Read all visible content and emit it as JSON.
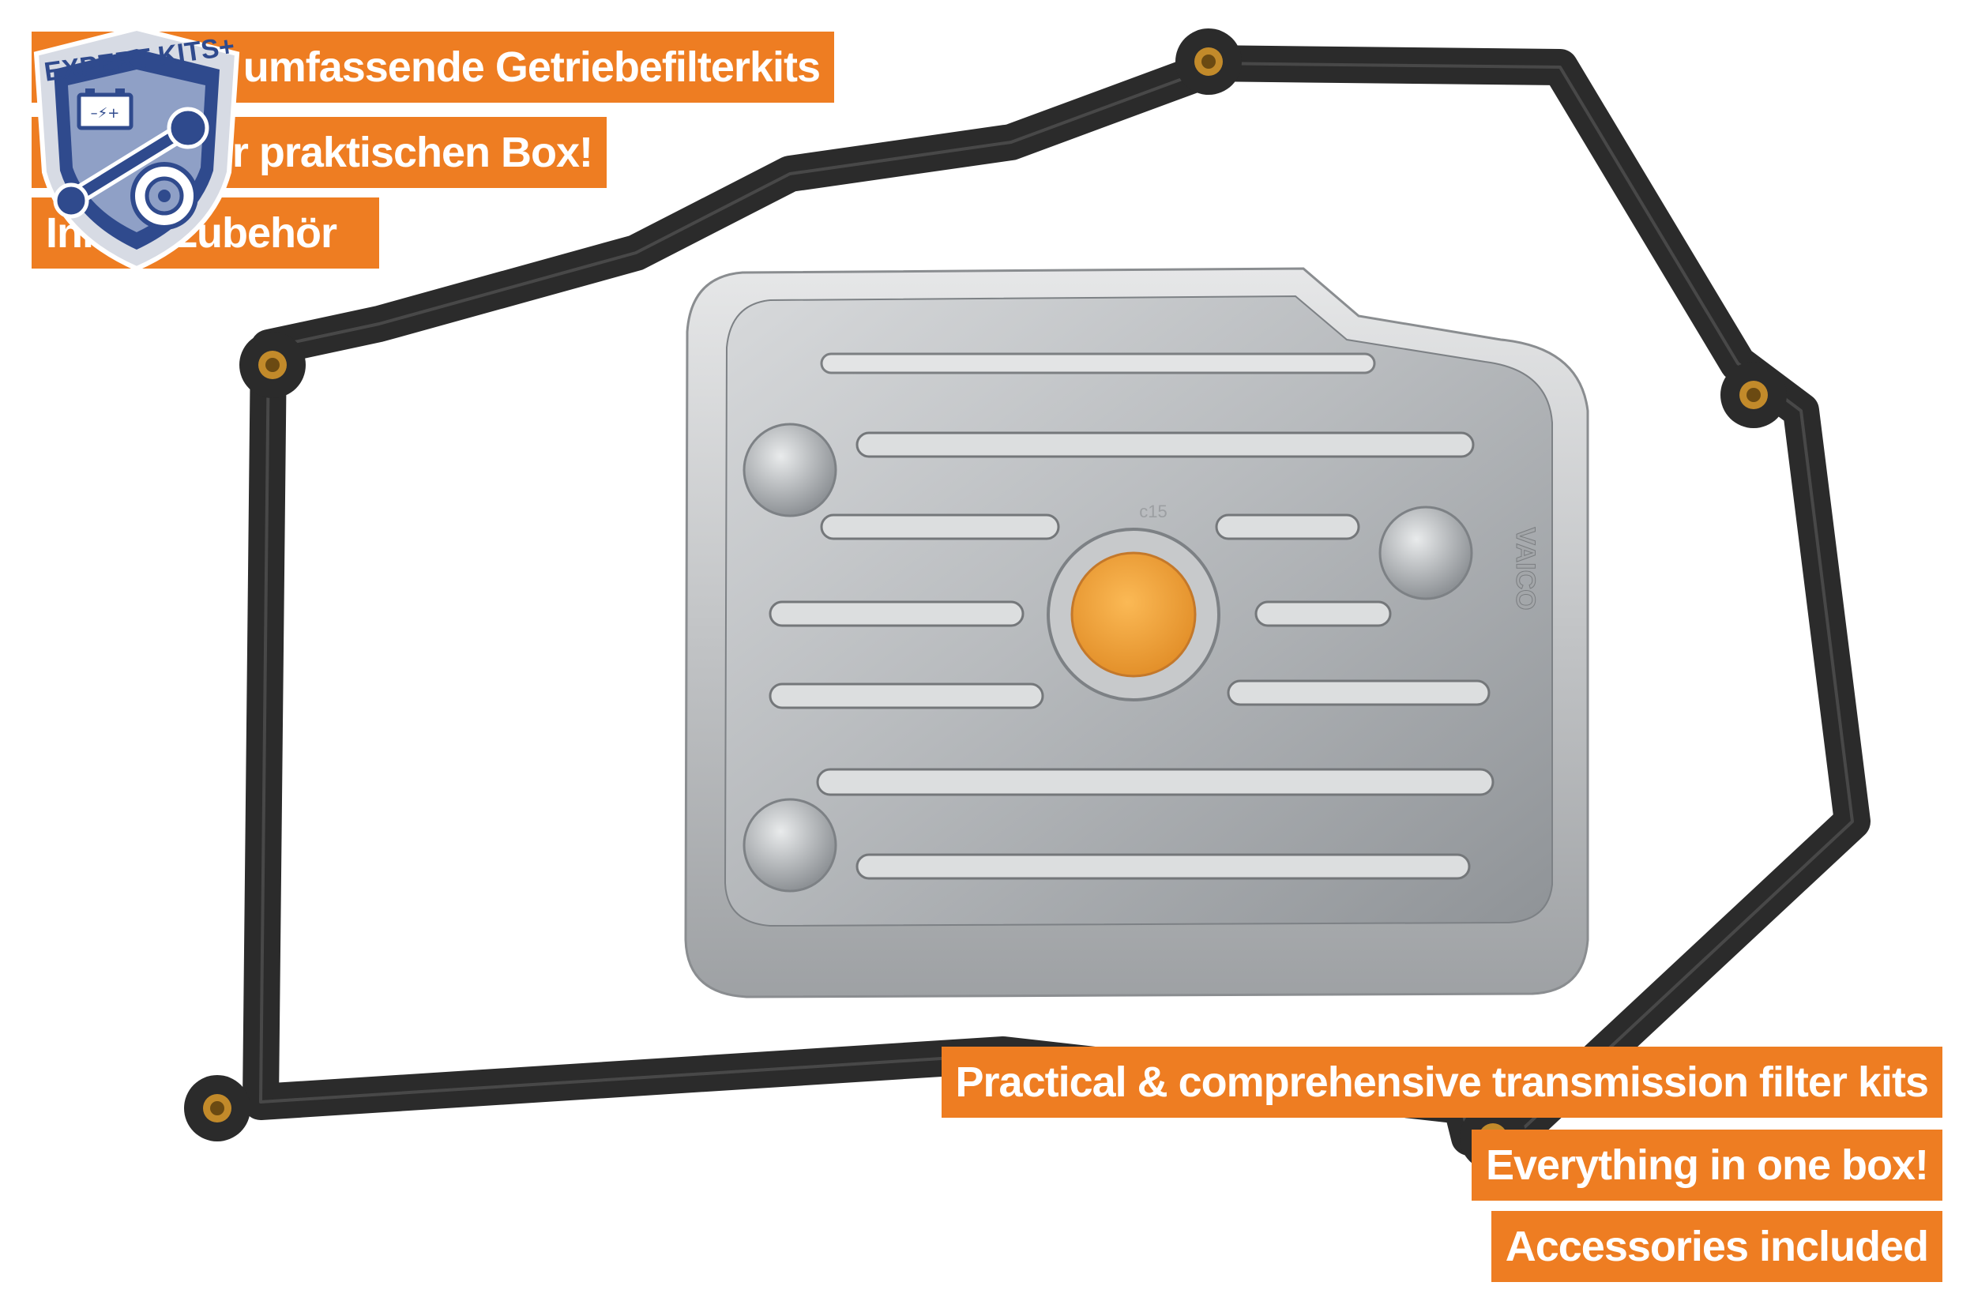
{
  "colors": {
    "banner": "#ee7d22",
    "gasket": "#2b2b2b",
    "filter_plate": "#b9bcbf",
    "filter_center": "#f1a23a",
    "badge_blue": "#2f4a8d",
    "badge_silver": "#d7dbe4",
    "bushing_brass": "#c28a2a"
  },
  "badge": {
    "title": "EXPERT KITS+",
    "icons": [
      "battery-icon",
      "wrench-icon",
      "brake-disc-icon"
    ]
  },
  "banners_de": [
    {
      "text": "& umfassende Getriebefilterkits"
    },
    {
      "text": "ner praktischen Box!"
    },
    {
      "text": "Inl    e Zubehör"
    }
  ],
  "banners_en": [
    {
      "text": "Practical & comprehensive transmission filter kits"
    },
    {
      "text": "Everything in one box!"
    },
    {
      "text": "Accessories included"
    }
  ],
  "product": {
    "filter_embossed_mark": "VAICO",
    "filter_code": "c15"
  }
}
